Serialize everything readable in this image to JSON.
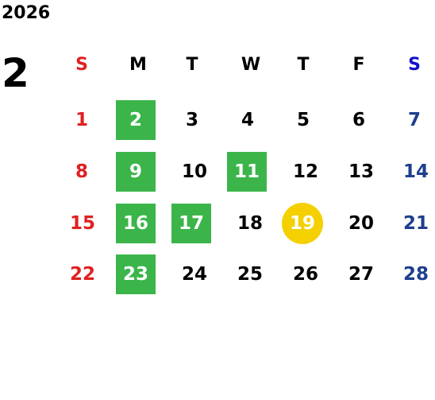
{
  "calendar": {
    "year": "2026",
    "month": "2",
    "weekdays": [
      "S",
      "M",
      "T",
      "W",
      "T",
      "F",
      "S"
    ],
    "weeks": [
      [
        "1",
        "2",
        "3",
        "4",
        "5",
        "6",
        "7"
      ],
      [
        "8",
        "9",
        "10",
        "11",
        "12",
        "13",
        "14"
      ],
      [
        "15",
        "16",
        "17",
        "18",
        "19",
        "20",
        "21"
      ],
      [
        "22",
        "23",
        "24",
        "25",
        "26",
        "27",
        "28"
      ]
    ],
    "highlighted_days_green": [
      "2",
      "9",
      "11",
      "16",
      "17",
      "23"
    ],
    "highlighted_day_yellow": "19"
  },
  "colors": {
    "sunday": "#e02020",
    "saturday_header": "#1010cc",
    "saturday": "#1e3f8f",
    "highlight_green": "#3bb54a",
    "highlight_yellow": "#f5d000"
  }
}
